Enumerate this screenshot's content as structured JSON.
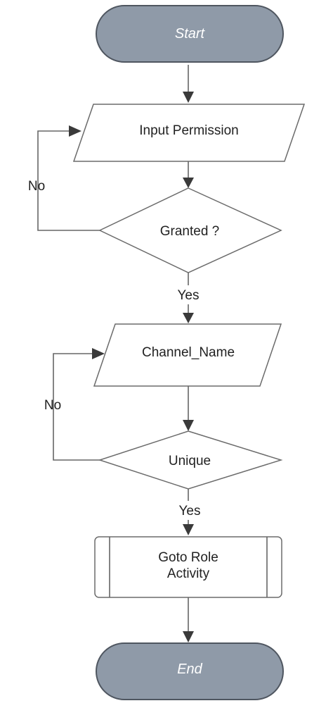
{
  "nodes": {
    "start": "Start",
    "input_permission": "Input Permission",
    "granted": "Granted ?",
    "channel_name": "Channel_Name",
    "unique": "Unique",
    "goto_role_line1": "Goto Role",
    "goto_role_line2": "Activity",
    "end": "End"
  },
  "edges": {
    "granted_yes": "Yes",
    "granted_no": "No",
    "unique_yes": "Yes",
    "unique_no": "No"
  },
  "colors": {
    "terminal_fill": "#8f9aa8",
    "terminal_stroke": "#4f5660",
    "line": "#666666"
  }
}
